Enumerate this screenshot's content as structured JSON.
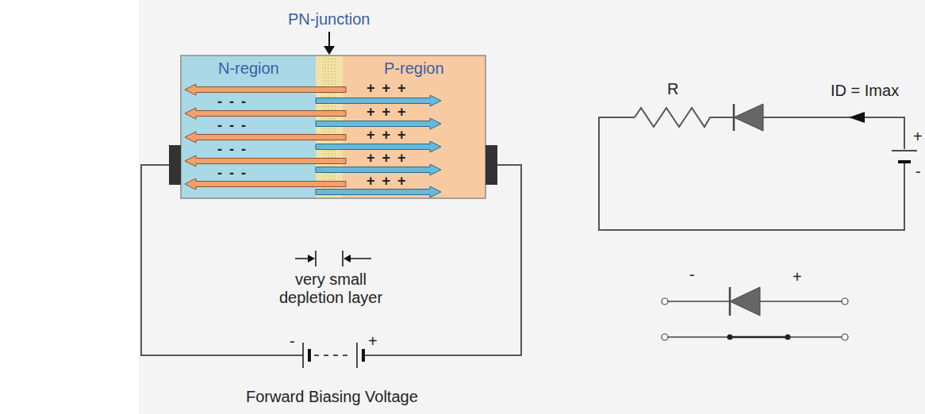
{
  "diagram": {
    "nodes": [
      {
        "text": [
          "N-region"
        ]
      },
      {
        "text": [
          "P-region"
        ]
      }
    ],
    "labels": [
      "PN-junction",
      "- - -",
      "- - -",
      "- - -",
      "- - -",
      "+ + +",
      "+ + +",
      "+ + +",
      "+ + +",
      "+ + +",
      "very small depletion layer",
      "-",
      "+",
      "Forward Biasing Voltage",
      "R",
      "ID = Imax",
      "+",
      "-",
      "-",
      "+"
    ]
  }
}
